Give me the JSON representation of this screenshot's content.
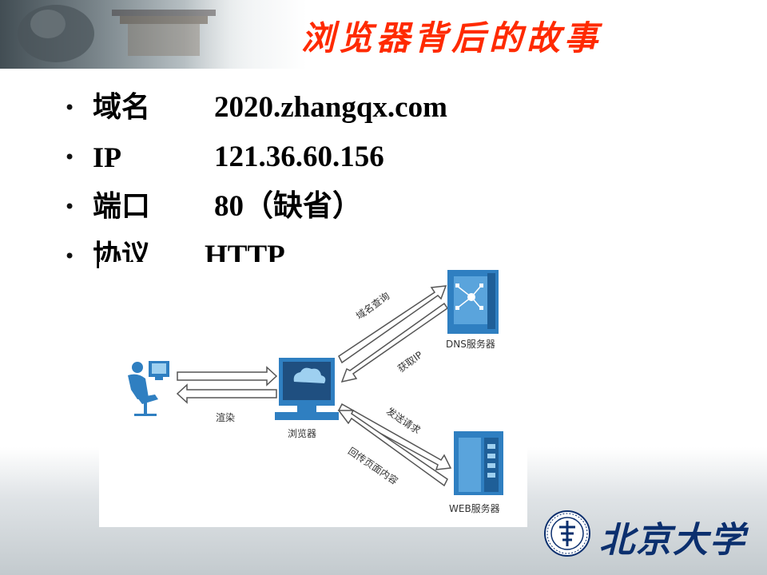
{
  "slide": {
    "title": "浏览器背后的故事"
  },
  "bullets": [
    {
      "key": "域名",
      "value": "2020.zhangqx.com"
    },
    {
      "key": "IP",
      "value": "121.36.60.156"
    },
    {
      "key": "端口",
      "value": "80（缺省）"
    },
    {
      "key": "协议",
      "value": "HTTP"
    }
  ],
  "diagram": {
    "browser_label": "浏览器",
    "dns_label": "DNS服务器",
    "web_label": "WEB服务器",
    "render_label": "渲染",
    "dns_query_label": "域名查询",
    "get_ip_label": "获取IP",
    "send_request_label": "发送请求",
    "return_content_label": "回传页面内容"
  },
  "footer": {
    "university_name": "北京大学"
  },
  "colors": {
    "title": "#ff2a00",
    "diagram_blue": "#2f7fc1",
    "university_blue": "#0b2f6e"
  }
}
